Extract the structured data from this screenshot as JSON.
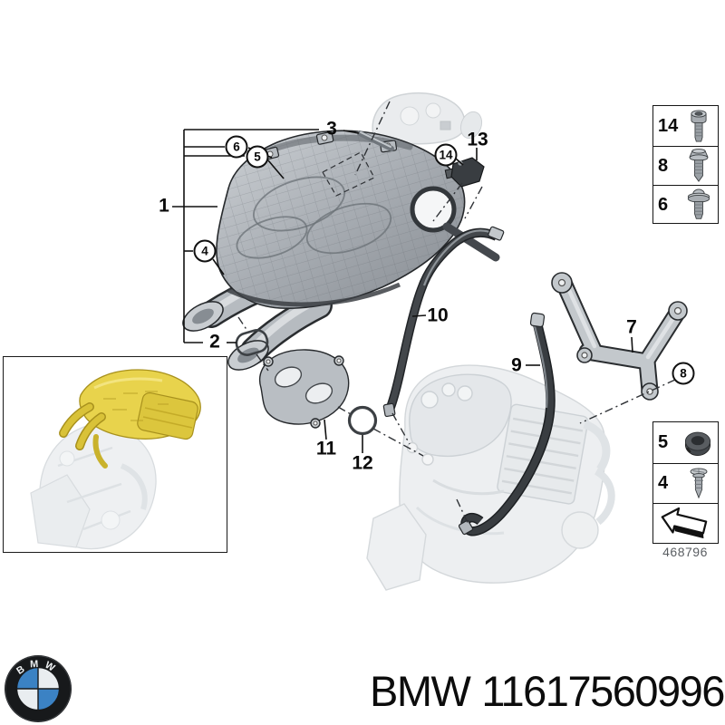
{
  "diagram": {
    "drawing_number": "468796",
    "callouts": [
      {
        "label": "1",
        "shape": "plain"
      },
      {
        "label": "2",
        "shape": "plain"
      },
      {
        "label": "3",
        "shape": "plain"
      },
      {
        "label": "4",
        "shape": "circled"
      },
      {
        "label": "5",
        "shape": "circled"
      },
      {
        "label": "6",
        "shape": "circled"
      },
      {
        "label": "7",
        "shape": "plain"
      },
      {
        "label": "8",
        "shape": "circled"
      },
      {
        "label": "9",
        "shape": "plain"
      },
      {
        "label": "10",
        "shape": "plain"
      },
      {
        "label": "11",
        "shape": "plain"
      },
      {
        "label": "12",
        "shape": "plain"
      },
      {
        "label": "13",
        "shape": "plain"
      },
      {
        "label": "14",
        "shape": "circled"
      }
    ],
    "legend": {
      "top_items": [
        {
          "label": "14",
          "icon": "socket-head-screw-icon"
        },
        {
          "label": "8",
          "icon": "hex-flange-bolt-icon"
        },
        {
          "label": "6",
          "icon": "flanged-screw-icon"
        }
      ],
      "bottom_items": [
        {
          "label": "5",
          "icon": "rubber-grommet-icon"
        },
        {
          "label": "4",
          "icon": "expansion-rivet-icon"
        }
      ],
      "arrow_icon": "direction-arrow-icon"
    },
    "colors": {
      "highlight_yellow": "#e8d34c",
      "drawing_number_gray": "#5a5e62"
    }
  },
  "footer": {
    "brand": "BMW",
    "part_number": "11617560996",
    "logo_text": "BMW",
    "logo_blue": "#3b82c4"
  }
}
